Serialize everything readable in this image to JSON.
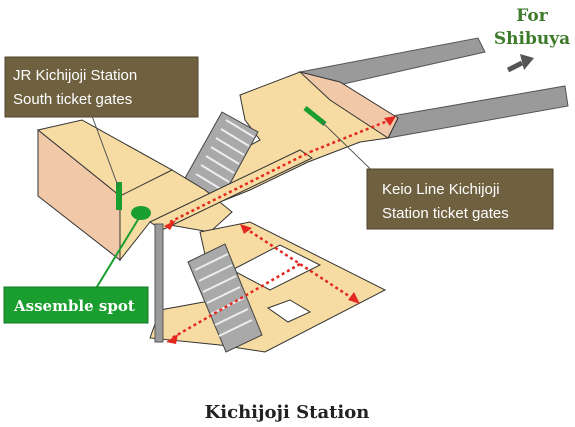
{
  "direction": {
    "line1": "For",
    "line2": "Shibuya",
    "arrow": "right-arrow-icon"
  },
  "callouts": {
    "jr_gates": {
      "line1": "JR Kichijoji Station",
      "line2": "South ticket gates"
    },
    "keio_gates": {
      "line1": "Keio Line Kichijoji",
      "line2": "Station ticket gates"
    },
    "assemble": "Assemble spot"
  },
  "title": "Kichijoji Station",
  "colors": {
    "floor": "#f6dca2",
    "wall": "#f2c9a8",
    "track": "#9a9a9a",
    "stairs": "#a9a9a9",
    "callout": "#6f6040",
    "marker_green": "#1a9e2f",
    "route_red": "#e3281f",
    "text_green": "#3d7a2a"
  }
}
